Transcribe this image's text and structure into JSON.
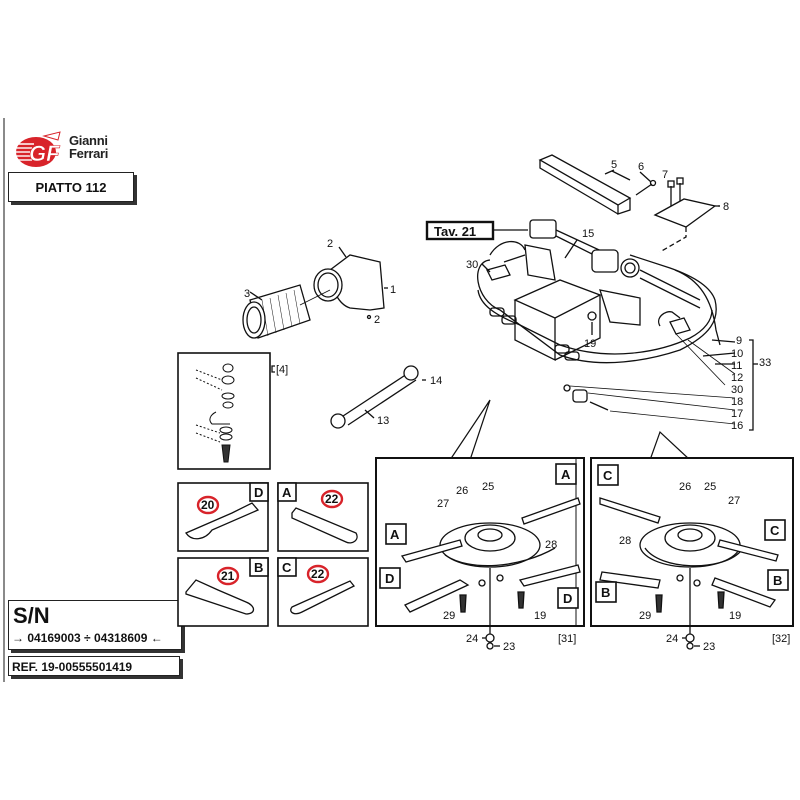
{
  "brand": {
    "logo_mark": "GF",
    "name_line1": "Gianni",
    "name_line2": "Ferrari",
    "accent_color": "#d8232a"
  },
  "title": "PIATTO 112",
  "serial": {
    "label": "S/N",
    "range_text": "→ 04169003 ÷ 04318609 ←",
    "from": "04169003",
    "to": "04318609"
  },
  "reference": "REF. 19-00555501419",
  "cross_reference": "Tav. 21",
  "callouts": {
    "p1": "1",
    "p2a": "2",
    "p2b": "2",
    "p3": "3",
    "p4": "[4]",
    "p5": "5",
    "p6": "6",
    "p7": "7",
    "p8": "8",
    "p9": "9",
    "p10": "10",
    "p11": "11",
    "p12": "12",
    "p13": "13",
    "p14": "14",
    "p15": "15",
    "p16": "16",
    "p17": "17",
    "p18": "18",
    "p19": "19",
    "p30a": "30",
    "p30b": "30",
    "p33": "33"
  },
  "blade_variants": [
    {
      "letter": "D",
      "part": "20"
    },
    {
      "letter": "A",
      "part": "22"
    },
    {
      "letter": "B",
      "part": "21"
    },
    {
      "letter": "C",
      "part": "22"
    }
  ],
  "detail_left": {
    "ref": "[31]",
    "blade_letters": [
      "A",
      "A",
      "D",
      "D"
    ],
    "labels": {
      "p26": "26",
      "p25": "25",
      "p27": "27",
      "p28": "28",
      "p29": "29",
      "p19": "19",
      "p24": "24",
      "p23": "23"
    }
  },
  "detail_right": {
    "ref": "[32]",
    "blade_letters": [
      "C",
      "C",
      "B",
      "B"
    ],
    "labels": {
      "p26": "26",
      "p25": "25",
      "p27": "27",
      "p28": "28",
      "p29": "29",
      "p19": "19",
      "p24": "24",
      "p23": "23"
    }
  }
}
